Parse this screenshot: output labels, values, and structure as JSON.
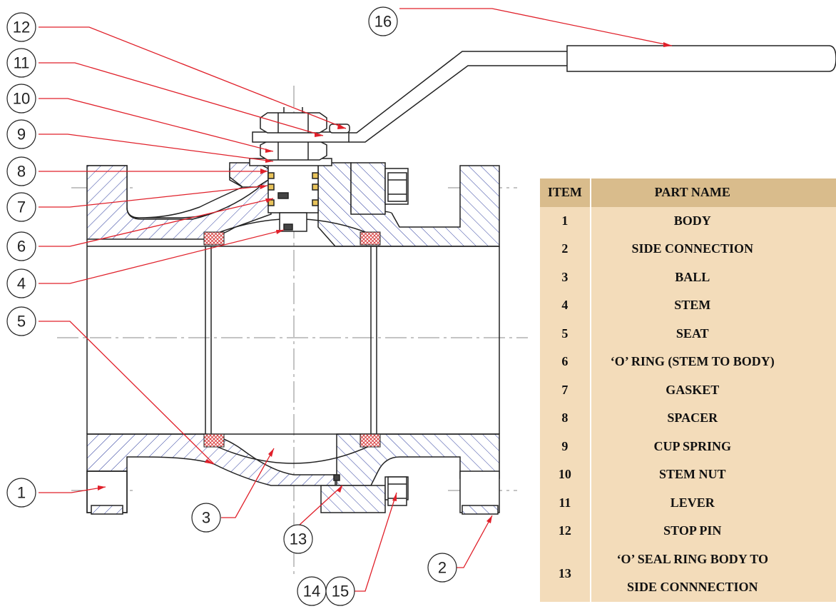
{
  "balloons": [
    "1",
    "2",
    "3",
    "4",
    "5",
    "6",
    "7",
    "8",
    "9",
    "10",
    "11",
    "12",
    "13",
    "14",
    "15",
    "16"
  ],
  "table": {
    "header": {
      "item": "ITEM",
      "part_name": "PART NAME"
    },
    "rows": [
      {
        "item": "1",
        "name": "BODY"
      },
      {
        "item": "2",
        "name": "SIDE CONNECTION"
      },
      {
        "item": "3",
        "name": "BALL"
      },
      {
        "item": "4",
        "name": "STEM"
      },
      {
        "item": "5",
        "name": "SEAT"
      },
      {
        "item": "6",
        "name": "‘O’ RING (STEM TO BODY)"
      },
      {
        "item": "7",
        "name": "GASKET"
      },
      {
        "item": "8",
        "name": "SPACER"
      },
      {
        "item": "9",
        "name": "CUP SPRING"
      },
      {
        "item": "10",
        "name": "STEM NUT"
      },
      {
        "item": "11",
        "name": "LEVER"
      },
      {
        "item": "12",
        "name": "STOP PIN"
      },
      {
        "item": "13",
        "name_line1": "‘O’ SEAL RING BODY TO",
        "name_line2": "SIDE CONNNECTION"
      }
    ]
  },
  "colors": {
    "leader": "#e0202a",
    "hatch": "#2a3a9c",
    "seat_hatch": "#d94040",
    "outline": "#222222",
    "table_header": "#d9bc8c",
    "table_row": "#f3dcba"
  }
}
